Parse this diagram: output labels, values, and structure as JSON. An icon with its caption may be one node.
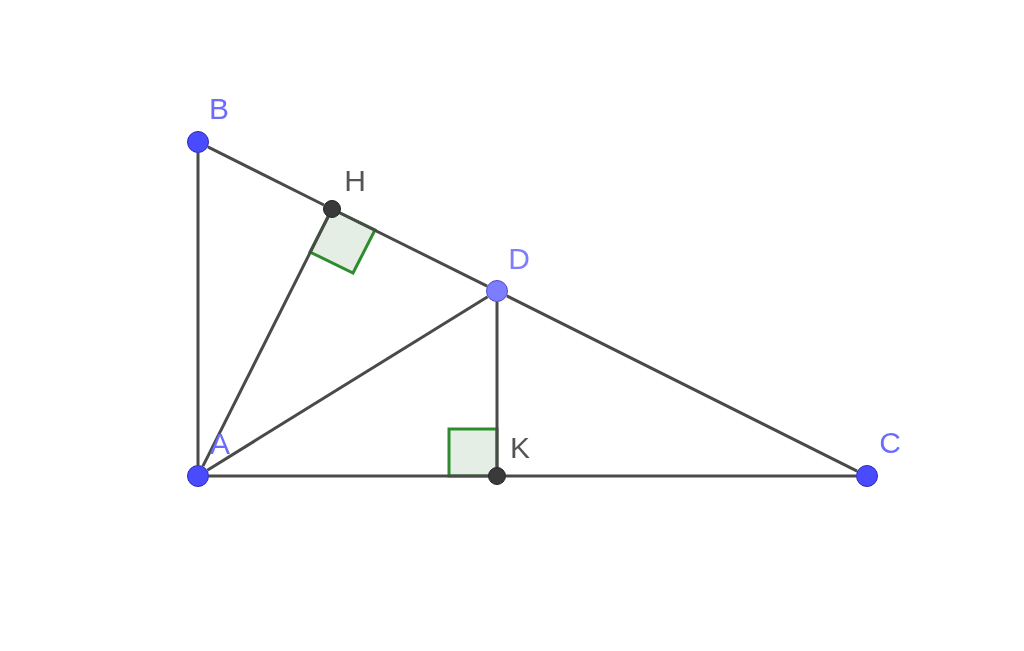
{
  "diagram": {
    "nodes": [
      {
        "text": [
          "B"
        ]
      },
      {
        "text": [
          "H"
        ]
      },
      {
        "text": [
          "D"
        ]
      },
      {
        "text": [
          "A"
        ]
      },
      {
        "text": [
          "K"
        ]
      },
      {
        "text": [
          "C"
        ]
      }
    ],
    "edges": [
      {
        "from": 3,
        "to": 0,
        "arrow": "none"
      },
      {
        "from": 0,
        "to": 1,
        "arrow": "none"
      },
      {
        "from": 1,
        "to": 2,
        "arrow": "none"
      },
      {
        "from": 2,
        "to": 5,
        "arrow": "none"
      },
      {
        "from": 3,
        "to": 1,
        "arrow": "none"
      },
      {
        "from": 3,
        "to": 2,
        "arrow": "none"
      },
      {
        "from": 2,
        "to": 4,
        "arrow": "none"
      },
      {
        "from": 3,
        "to": 4,
        "arrow": "none"
      },
      {
        "from": 4,
        "to": 5,
        "arrow": "none"
      }
    ]
  }
}
